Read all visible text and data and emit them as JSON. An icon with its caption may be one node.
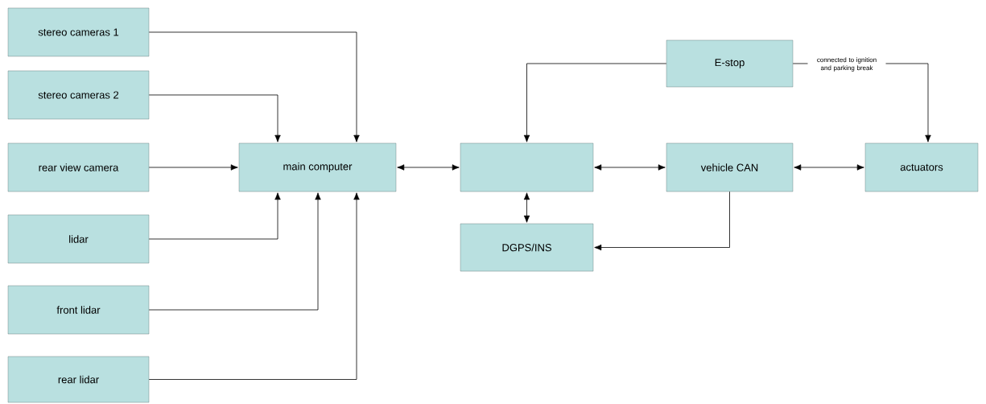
{
  "diagram": {
    "nodes": [
      {
        "text": [
          "stereo cameras 1"
        ]
      },
      {
        "text": [
          "stereo cameras 2"
        ]
      },
      {
        "text": [
          "rear view camera"
        ]
      },
      {
        "text": [
          "lidar"
        ]
      },
      {
        "text": [
          "front lidar"
        ]
      },
      {
        "text": [
          "rear lidar"
        ]
      },
      {
        "text": [
          "main computer"
        ]
      },
      {
        "text": [],
        "shape": "box"
      },
      {
        "text": [
          "vehicle CAN"
        ]
      },
      {
        "text": [
          "actuators"
        ]
      },
      {
        "text": [
          "DGPS/INS"
        ]
      },
      {
        "text": [
          "E-stop"
        ]
      }
    ],
    "edges": [
      {
        "from": 0,
        "to": 6,
        "arrow": "to"
      },
      {
        "from": 1,
        "to": 6,
        "arrow": "to"
      },
      {
        "from": 2,
        "to": 6,
        "arrow": "to"
      },
      {
        "from": 3,
        "to": 6,
        "arrow": "to"
      },
      {
        "from": 4,
        "to": 6,
        "arrow": "to"
      },
      {
        "from": 5,
        "to": 6,
        "arrow": "to"
      },
      {
        "from": 6,
        "to": 7,
        "arrow": "both"
      },
      {
        "from": 7,
        "to": 8,
        "arrow": "both"
      },
      {
        "from": 8,
        "to": 9,
        "arrow": "both"
      },
      {
        "from": 7,
        "to": 10,
        "arrow": "both"
      },
      {
        "from": 8,
        "to": 10,
        "arrow": "to"
      },
      {
        "from": 11,
        "to": 7,
        "arrow": "to"
      },
      {
        "from": 11,
        "to": 9,
        "arrow": "to",
        "label": "connected to ignition and parking break"
      }
    ]
  }
}
